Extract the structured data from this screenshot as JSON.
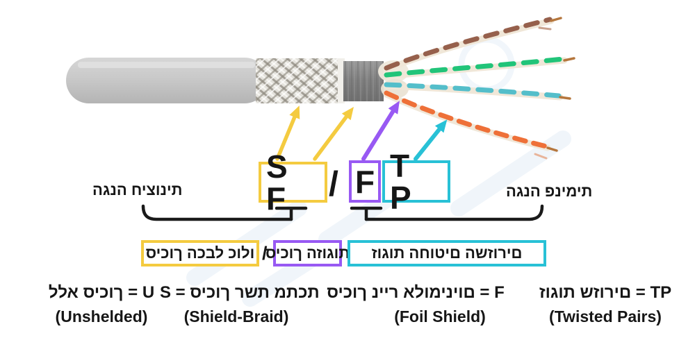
{
  "colors": {
    "yellow": "#F4CB40",
    "purple": "#9859F3",
    "cyan": "#28C1D6",
    "ink": "#161616",
    "jacket_gray": "#C7C7C7",
    "braid_silver": "#E3E1DB",
    "foil_gray": "#838383",
    "wire_brown": "#96604C",
    "wire_green": "#21C479",
    "wire_teal": "#54BECA",
    "wire_orange": "#EE7038",
    "wire_cream": "#F0E7D8",
    "watermark_blue": "#A9C6E4"
  },
  "top_labels": {
    "external": "הגנה חיצונית",
    "internal": "הגנה פנימית"
  },
  "acronym": {
    "outer_letters": "S F",
    "slash": "/",
    "pair_shield_letter": "F",
    "tp_letters": "T P"
  },
  "mid_labels": {
    "cable_shield": "סיכוך הכבל כולו",
    "slash": "/",
    "pair_shield": "סיכוך הזוגות",
    "twisted_pairs": "זוגות החוטים השזורים"
  },
  "legend": [
    {
      "term": "ללא סיכוך = U",
      "english": "(Unshelded)"
    },
    {
      "term": "S = סיכוך רשת מתכת",
      "english": "(Shield-Braid)"
    },
    {
      "term": "סיכוך נייר אלומיניום = F",
      "english": "(Foil Shield)"
    },
    {
      "term": "זוגות שזורים = TP",
      "english": "(Twisted Pairs)"
    }
  ]
}
